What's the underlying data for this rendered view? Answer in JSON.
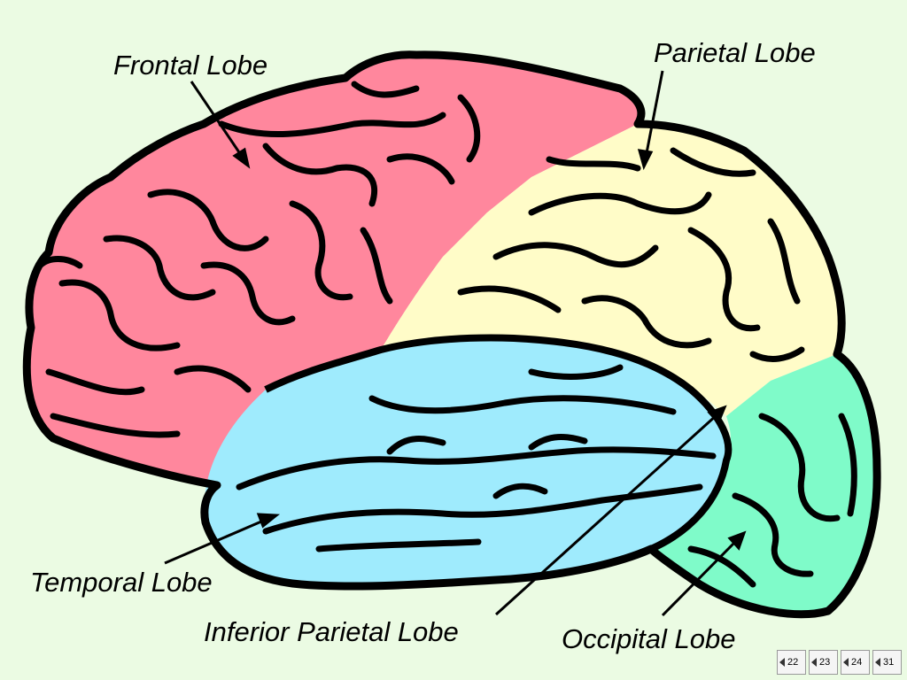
{
  "colors": {
    "background": "#EBFBE3",
    "frontal": "#FF879D",
    "parietal": "#FFFCC8",
    "temporal": "#9FEBFD",
    "occipital": "#7FFBC9",
    "outline": "#000000"
  },
  "labels": {
    "frontal": "Frontal Lobe",
    "parietal": "Parietal Lobe",
    "temporal": "Temporal Lobe",
    "inferior_parietal": "Inferior Parietal Lobe",
    "occipital": "Occipital Lobe"
  },
  "nav": {
    "buttons": [
      "22",
      "23",
      "24",
      "31"
    ],
    "icon": "previous-arrow-icon"
  }
}
